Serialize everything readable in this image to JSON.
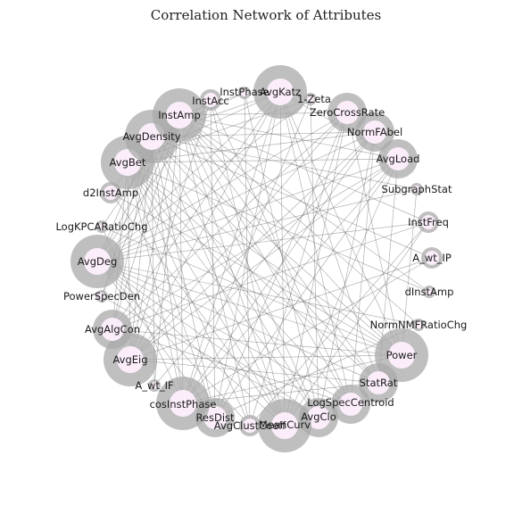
{
  "title": "Correlation Network of Attributes",
  "colors": {
    "node_ring": "#a9a9a9",
    "node_core": "#fbeefa",
    "edge": "#555555"
  },
  "nodes": [
    {
      "id": "AvgKatz",
      "size": 3
    },
    {
      "id": "1-Zeta",
      "size": 0
    },
    {
      "id": "ZeroCrossRate",
      "size": 2
    },
    {
      "id": "NormFAbel",
      "size": 2
    },
    {
      "id": "AvgLoad",
      "size": 2
    },
    {
      "id": "SubgraphStat",
      "size": 0
    },
    {
      "id": "InstFreq",
      "size": 1
    },
    {
      "id": "A_wt_IP",
      "size": 1
    },
    {
      "id": "dInstAmp",
      "size": 0
    },
    {
      "id": "NormNMFRatioChg",
      "size": 0
    },
    {
      "id": "Power",
      "size": 3
    },
    {
      "id": "StatRat",
      "size": 2
    },
    {
      "id": "LogSpecCentroid",
      "size": 2
    },
    {
      "id": "AvgClo",
      "size": 2
    },
    {
      "id": "MeanCurv",
      "size": 3
    },
    {
      "id": "AvgClustCoeff",
      "size": 1
    },
    {
      "id": "ResDist",
      "size": 2
    },
    {
      "id": "cosInstPhase",
      "size": 3
    },
    {
      "id": "A_wt_IF",
      "size": 0
    },
    {
      "id": "AvgEig",
      "size": 3
    },
    {
      "id": "AvgAlgCon",
      "size": 2
    },
    {
      "id": "PowerSpecDen",
      "size": 0
    },
    {
      "id": "AvgDeg",
      "size": 3
    },
    {
      "id": "LogKPCARatioChg",
      "size": 0
    },
    {
      "id": "d2InstAmp",
      "size": 1
    },
    {
      "id": "AvgBet",
      "size": 3
    },
    {
      "id": "AvgDensity",
      "size": 3
    },
    {
      "id": "InstAmp",
      "size": 3
    },
    {
      "id": "InstAcc",
      "size": 1
    },
    {
      "id": "InstPhase",
      "size": 0
    }
  ],
  "edges": [
    [
      "AvgKatz",
      "AvgDeg"
    ],
    [
      "AvgKatz",
      "AvgEig"
    ],
    [
      "AvgKatz",
      "Power"
    ],
    [
      "AvgKatz",
      "MeanCurv"
    ],
    [
      "AvgKatz",
      "AvgBet"
    ],
    [
      "AvgKatz",
      "cosInstPhase"
    ],
    [
      "AvgKatz",
      "StatRat"
    ],
    [
      "AvgKatz",
      "AvgAlgCon"
    ],
    [
      "AvgKatz",
      "ResDist"
    ],
    [
      "AvgKatz",
      "LogSpecCentroid"
    ],
    [
      "AvgKatz",
      "AvgLoad"
    ],
    [
      "AvgKatz",
      "AvgDensity"
    ],
    [
      "1-Zeta",
      "AvgDeg"
    ],
    [
      "1-Zeta",
      "AvgClo"
    ],
    [
      "1-Zeta",
      "AvgBet"
    ],
    [
      "1-Zeta",
      "cosInstPhase"
    ],
    [
      "ZeroCrossRate",
      "AvgDeg"
    ],
    [
      "ZeroCrossRate",
      "AvgEig"
    ],
    [
      "ZeroCrossRate",
      "MeanCurv"
    ],
    [
      "ZeroCrossRate",
      "InstAmp"
    ],
    [
      "ZeroCrossRate",
      "AvgClustCoeff"
    ],
    [
      "ZeroCrossRate",
      "Power"
    ],
    [
      "ZeroCrossRate",
      "AvgAlgCon"
    ],
    [
      "ZeroCrossRate",
      "ResDist"
    ],
    [
      "NormFAbel",
      "AvgBet"
    ],
    [
      "NormFAbel",
      "cosInstPhase"
    ],
    [
      "NormFAbel",
      "AvgClo"
    ],
    [
      "NormFAbel",
      "AvgDensity"
    ],
    [
      "NormFAbel",
      "AvgEig"
    ],
    [
      "NormFAbel",
      "LogSpecCentroid"
    ],
    [
      "NormFAbel",
      "AvgDeg"
    ],
    [
      "NormFAbel",
      "A_wt_IF"
    ],
    [
      "AvgLoad",
      "AvgBet"
    ],
    [
      "AvgLoad",
      "AvgDeg"
    ],
    [
      "AvgLoad",
      "MeanCurv"
    ],
    [
      "AvgLoad",
      "AvgEig"
    ],
    [
      "AvgLoad",
      "cosInstPhase"
    ],
    [
      "AvgLoad",
      "InstAmp"
    ],
    [
      "AvgLoad",
      "AvgAlgCon"
    ],
    [
      "AvgLoad",
      "ResDist"
    ],
    [
      "AvgLoad",
      "StatRat"
    ],
    [
      "SubgraphStat",
      "AvgDeg"
    ],
    [
      "SubgraphStat",
      "AvgDensity"
    ],
    [
      "SubgraphStat",
      "Power"
    ],
    [
      "InstFreq",
      "AvgDeg"
    ],
    [
      "InstFreq",
      "MeanCurv"
    ],
    [
      "InstFreq",
      "InstAmp"
    ],
    [
      "InstFreq",
      "AvgAlgCon"
    ],
    [
      "InstFreq",
      "AvgClustCoeff"
    ],
    [
      "A_wt_IP",
      "AvgDensity"
    ],
    [
      "A_wt_IP",
      "cosInstPhase"
    ],
    [
      "A_wt_IP",
      "AvgEig"
    ],
    [
      "dInstAmp",
      "InstAmp"
    ],
    [
      "dInstAmp",
      "AvgBet"
    ],
    [
      "NormNMFRatioChg",
      "AvgDeg"
    ],
    [
      "NormNMFRatioChg",
      "InstAmp"
    ],
    [
      "NormNMFRatioChg",
      "ResDist"
    ],
    [
      "Power",
      "AvgDeg"
    ],
    [
      "Power",
      "AvgBet"
    ],
    [
      "Power",
      "AvgDensity"
    ],
    [
      "Power",
      "InstAmp"
    ],
    [
      "Power",
      "AvgEig"
    ],
    [
      "Power",
      "AvgAlgCon"
    ],
    [
      "Power",
      "cosInstPhase"
    ],
    [
      "Power",
      "d2InstAmp"
    ],
    [
      "Power",
      "LogKPCARatioChg"
    ],
    [
      "StatRat",
      "AvgDeg"
    ],
    [
      "StatRat",
      "AvgBet"
    ],
    [
      "StatRat",
      "AvgDensity"
    ],
    [
      "StatRat",
      "InstAmp"
    ],
    [
      "StatRat",
      "AvgEig"
    ],
    [
      "StatRat",
      "cosInstPhase"
    ],
    [
      "LogSpecCentroid",
      "AvgDeg"
    ],
    [
      "LogSpecCentroid",
      "AvgBet"
    ],
    [
      "LogSpecCentroid",
      "InstAmp"
    ],
    [
      "LogSpecCentroid",
      "AvgAlgCon"
    ],
    [
      "LogSpecCentroid",
      "InstAcc"
    ],
    [
      "AvgClo",
      "AvgDeg"
    ],
    [
      "AvgClo",
      "AvgBet"
    ],
    [
      "AvgClo",
      "AvgDensity"
    ],
    [
      "AvgClo",
      "InstAmp"
    ],
    [
      "AvgClo",
      "PowerSpecDen"
    ],
    [
      "AvgClo",
      "InstPhase"
    ],
    [
      "MeanCurv",
      "AvgDeg"
    ],
    [
      "MeanCurv",
      "AvgBet"
    ],
    [
      "MeanCurv",
      "AvgDensity"
    ],
    [
      "MeanCurv",
      "InstAmp"
    ],
    [
      "MeanCurv",
      "d2InstAmp"
    ],
    [
      "MeanCurv",
      "InstAcc"
    ],
    [
      "AvgClustCoeff",
      "AvgDeg"
    ],
    [
      "AvgClustCoeff",
      "AvgBet"
    ],
    [
      "AvgClustCoeff",
      "InstAmp"
    ],
    [
      "AvgClustCoeff",
      "InstPhase"
    ],
    [
      "ResDist",
      "AvgDeg"
    ],
    [
      "ResDist",
      "AvgBet"
    ],
    [
      "ResDist",
      "AvgDensity"
    ],
    [
      "ResDist",
      "InstAcc"
    ],
    [
      "cosInstPhase",
      "AvgBet"
    ],
    [
      "cosInstPhase",
      "AvgDensity"
    ],
    [
      "cosInstPhase",
      "InstAmp"
    ],
    [
      "cosInstPhase",
      "LogKPCARatioChg"
    ],
    [
      "A_wt_IF",
      "InstAmp"
    ],
    [
      "A_wt_IF",
      "AvgDensity"
    ],
    [
      "AvgEig",
      "AvgBet"
    ],
    [
      "AvgEig",
      "InstAmp"
    ],
    [
      "AvgEig",
      "AvgDensity"
    ],
    [
      "AvgEig",
      "InstAcc"
    ],
    [
      "AvgAlgCon",
      "AvgBet"
    ],
    [
      "AvgAlgCon",
      "InstAmp"
    ],
    [
      "AvgAlgCon",
      "AvgDensity"
    ],
    [
      "PowerSpecDen",
      "InstAmp"
    ],
    [
      "PowerSpecDen",
      "AvgDensity"
    ],
    [
      "AvgDeg",
      "InstAmp"
    ],
    [
      "AvgDeg",
      "AvgDensity"
    ],
    [
      "AvgDeg",
      "InstAcc"
    ],
    [
      "LogKPCARatioChg",
      "InstAmp"
    ],
    [
      "d2InstAmp",
      "AvgDensity"
    ],
    [
      "AvgBet",
      "InstAmp"
    ],
    [
      "AvgBet",
      "InstAcc"
    ],
    [
      "AvgDensity",
      "InstPhase"
    ],
    [
      "InstAmp",
      "InstPhase"
    ]
  ]
}
